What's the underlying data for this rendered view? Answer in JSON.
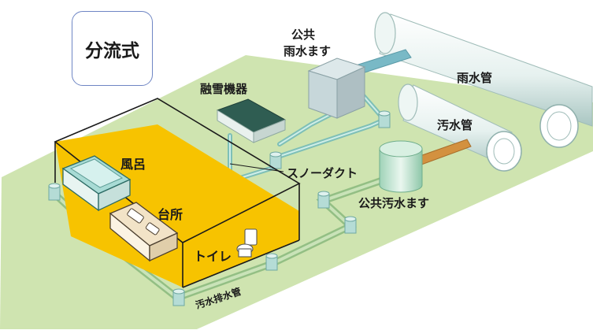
{
  "title": "分流式",
  "labels": {
    "kitchen": "台所",
    "bath": "風呂",
    "toilet": "トイレ",
    "snow_melter": "融雪機器",
    "snow_duct": "スノーダクト",
    "public_rain_inlet_line1": "公共",
    "public_rain_inlet_line2": "雨水ます",
    "rain_pipe": "雨水管",
    "sewage_pipe": "汚水管",
    "public_sewage_inlet": "公共汚水ます",
    "drain_pipe": "汚水排水管"
  },
  "colors": {
    "ground": "#cfe4b0",
    "floor": "#f7c300",
    "pipe_pale": "#b5dcd6",
    "pipe_dark": "#7ebfb7",
    "big_pipe": "#eef6f4",
    "connector": "#c98a3a",
    "inlet_box": "#c4d6d9",
    "title_border": "#6f86c4"
  }
}
